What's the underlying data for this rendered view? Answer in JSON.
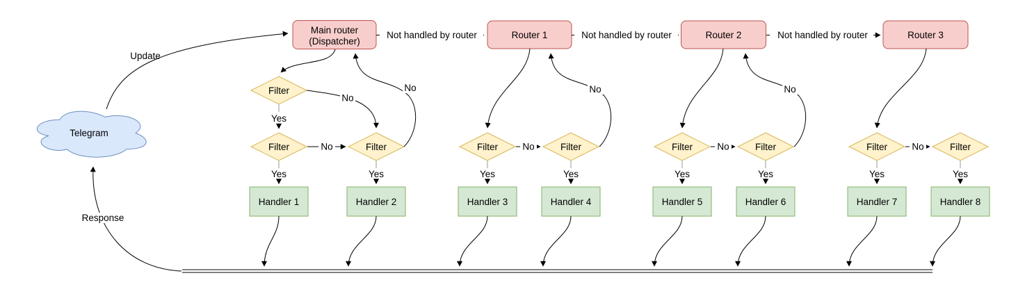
{
  "diagram": {
    "cloud": {
      "label": "Telegram"
    },
    "dispatcher": {
      "label_line1": "Main router",
      "label_line2": "(Dispatcher)"
    },
    "routers": [
      "Router 1",
      "Router 2",
      "Router 3"
    ],
    "handlers": [
      "Handler 1",
      "Handler 2",
      "Handler 3",
      "Handler 4",
      "Handler 5",
      "Handler 6",
      "Handler 7",
      "Handler 8"
    ],
    "labels": {
      "update": "Update",
      "response": "Response",
      "not_handled": "Not handled by router",
      "filter": "Filter",
      "yes": "Yes",
      "no": "No"
    },
    "colors": {
      "router_fill": "#f8cecc",
      "router_stroke": "#b85450",
      "filter_fill": "#fff2cc",
      "filter_stroke": "#d6b656",
      "handler_fill": "#d5e8d4",
      "handler_stroke": "#82b366",
      "cloud_fill": "#dae8fc",
      "cloud_stroke": "#6c8ebf",
      "edge": "#000000",
      "edge_muted": "#999999",
      "background": "#ffffff"
    }
  }
}
